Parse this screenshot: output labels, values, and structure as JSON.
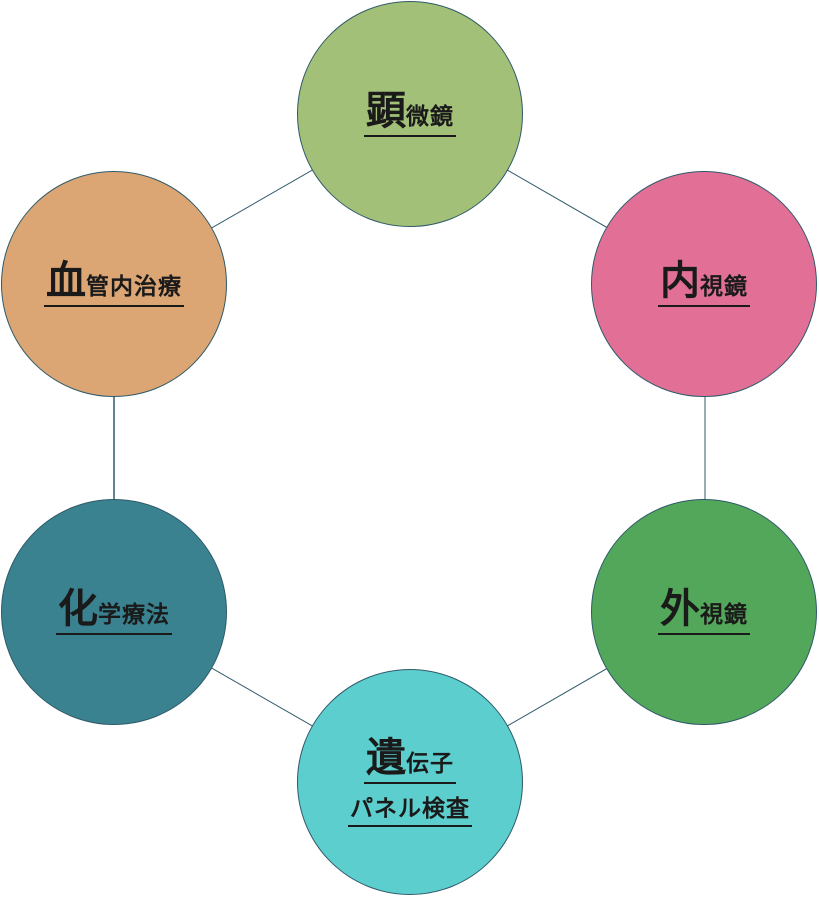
{
  "nodes": [
    {
      "id": "microscope",
      "big": "顕",
      "rest": "微鏡",
      "color": "#a2c077"
    },
    {
      "id": "endoscope",
      "big": "内",
      "rest": "視鏡",
      "color": "#e27096"
    },
    {
      "id": "exoscope",
      "big": "外",
      "rest": "視鏡",
      "color": "#52a75a"
    },
    {
      "id": "genetic",
      "big": "遺",
      "rest": "伝子",
      "line2": "パネル検査",
      "color": "#5ccece"
    },
    {
      "id": "chemo",
      "big": "化",
      "rest": "学療法",
      "color": "#3a8290"
    },
    {
      "id": "endovascular",
      "big": "血",
      "rest": "管内治療",
      "color": "#dba674"
    }
  ],
  "edge_color": "#2f5a6a"
}
